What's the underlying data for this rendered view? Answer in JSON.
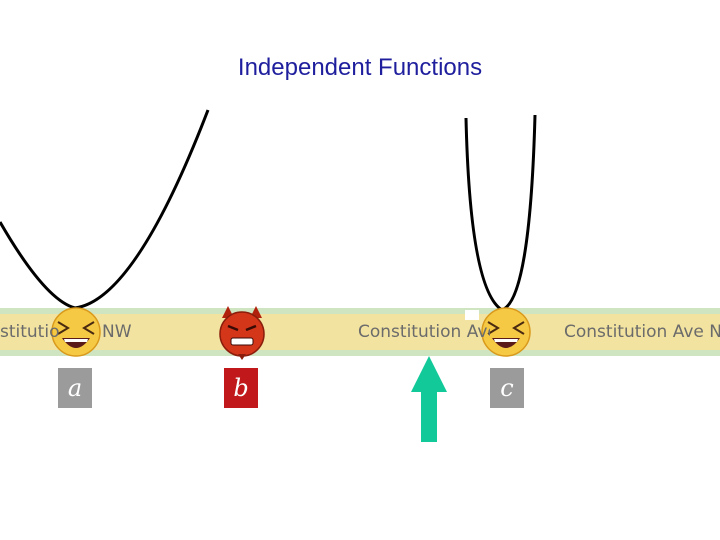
{
  "title": "Independent Functions",
  "road": {
    "left_label": "stitutio",
    "left_label_suffix": "NW",
    "middle_label": "Constitution Ave",
    "right_label": "Constitution Ave NW",
    "color_road": "#f0e19a",
    "color_edge": "#c8e0b8"
  },
  "points": [
    {
      "label": "a",
      "face": "laughing",
      "box_color": "#9b9b9b"
    },
    {
      "label": "b",
      "face": "angry-devil",
      "box_color": "#c0181b"
    },
    {
      "label": "c",
      "face": "laughing",
      "box_color": "#9b9b9b"
    }
  ],
  "arrow": {
    "direction": "up",
    "color": "#12c99a"
  },
  "curve_color": "#000000"
}
